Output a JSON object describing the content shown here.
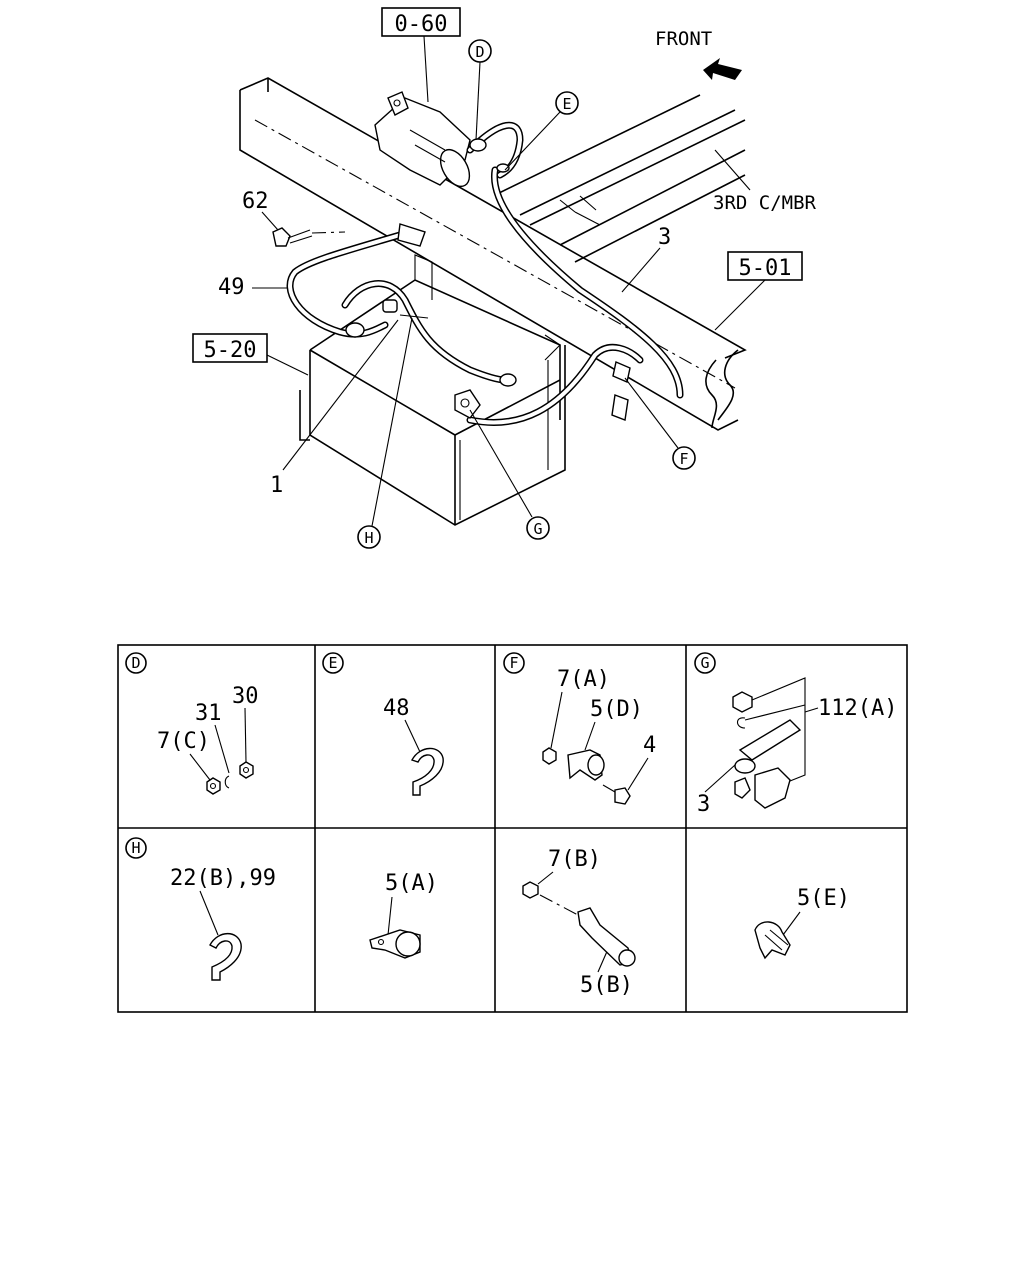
{
  "main": {
    "ref_boxes": {
      "engine": "0-60",
      "frame": "5-01",
      "battery": "5-20"
    },
    "front_label": "FRONT",
    "crossmember_label": "3RD C/MBR",
    "callouts": {
      "bolt": "62",
      "cable_49": "49",
      "cable_3": "3",
      "battery_cable": "1"
    },
    "circles": {
      "d": "D",
      "e": "E",
      "f": "F",
      "g": "G",
      "h": "H"
    }
  },
  "details": {
    "d": {
      "letter": "D",
      "labels": [
        "30",
        "31",
        "7(C)"
      ]
    },
    "e": {
      "letter": "E",
      "labels": [
        "48"
      ]
    },
    "f": {
      "letter": "F",
      "labels": [
        "7(A)",
        "5(D)",
        "4"
      ]
    },
    "g": {
      "letter": "G",
      "labels": [
        "112(A)",
        "3"
      ]
    },
    "h": {
      "letter": "H",
      "labels": [
        "22(B),99"
      ]
    },
    "cell6": {
      "labels": [
        "5(A)"
      ]
    },
    "cell7": {
      "labels": [
        "7(B)",
        "5(B)"
      ]
    },
    "cell8": {
      "labels": [
        "5(E)"
      ]
    }
  },
  "colors": {
    "line": "#000000",
    "background": "#ffffff"
  }
}
